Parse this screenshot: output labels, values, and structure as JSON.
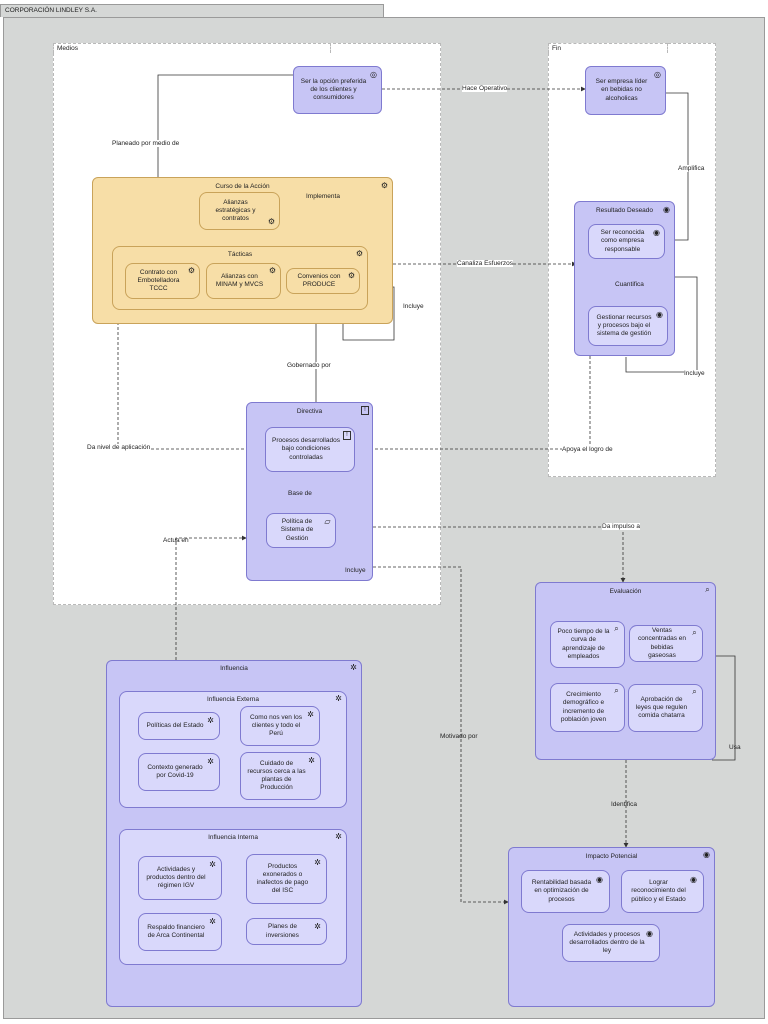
{
  "header": {
    "title": "CORPORACIÓN LINDLEY S.A."
  },
  "groups": {
    "medios": "Medios",
    "fin": "Fin"
  },
  "medios": {
    "vision": "Ser la opción preferida de los clientes y consumidores",
    "curso": {
      "title": "Curso de la Acción",
      "alianzas": "Alianzas estratégicas y contratos",
      "tacticas": {
        "title": "Tácticas",
        "items": [
          "Contrato con Embotelladora TCCC",
          "Alianzas con MINAM y MVCS",
          "Convenios con PRODUCE"
        ]
      }
    },
    "directiva": {
      "title": "Directiva",
      "procesos": "Procesos desarrollados bajo condiciones controladas",
      "politica": "Política de Sistema de Gestión"
    }
  },
  "fin": {
    "lider": "Ser empresa líder en bebidas no alcoholicas",
    "resultado": {
      "title": "Resultado Deseado",
      "reconocida": "Ser reconocida como empresa responsable",
      "gestionar": "Gestionar recursos y procesos bajo el sistema de gestión"
    }
  },
  "evaluacion": {
    "title": "Evaluación",
    "items": [
      "Poco tiempo de la curva de aprendizaje de empleados",
      "Ventas concentradas en bebidas gaseosas",
      "Crecimiento demográfico e incremento de población joven",
      "Aprobación de leyes que regulen comida chatarra"
    ]
  },
  "impacto": {
    "title": "Impacto Potencial",
    "items": [
      "Rentabilidad basada en optimización de procesos",
      "Lograr reconocimiento del público y el Estado",
      "Actividades y procesos desarrollados dentro de la ley"
    ]
  },
  "influencia": {
    "title": "Influencia",
    "externa": {
      "title": "Influencia Externa",
      "items": [
        "Políticas del Estado",
        "Como nos ven los clientes y todo el Perú",
        "Contexto generado por Covid-19",
        "Cuidado de recursos cerca a las plantas de Producción"
      ]
    },
    "interna": {
      "title": "Influencia Interna",
      "items": [
        "Actividades y productos dentro del régimen IGV",
        "Productos exonerados o inafectos de pago del ISC",
        "Respaldo financiero de Arca Continental",
        "Planes de inversiones"
      ]
    }
  },
  "relations": {
    "hace_operativo": "Hace Operativo",
    "planeado": "Planeado por medio de",
    "amplifica": "Amplifica",
    "implementa": "Implementa",
    "canaliza": "Canaliza Esfuerzos",
    "cuantifica": "Cuantifica",
    "incluye": "Incluye",
    "gobernado": "Gobernado por",
    "da_nivel": "Da nivel de aplicación",
    "apoya": "Apoya el logro de",
    "base_de": "Base de",
    "actua_en": "Actua en",
    "da_impulso": "Da impulso a",
    "motivado": "Motivado por",
    "usa": "Usa",
    "identifica": "Identifica"
  },
  "colors": {
    "purple_fill": "#c7c5f5",
    "orange_fill": "#f7dea7",
    "background": "#d5d7d6"
  }
}
